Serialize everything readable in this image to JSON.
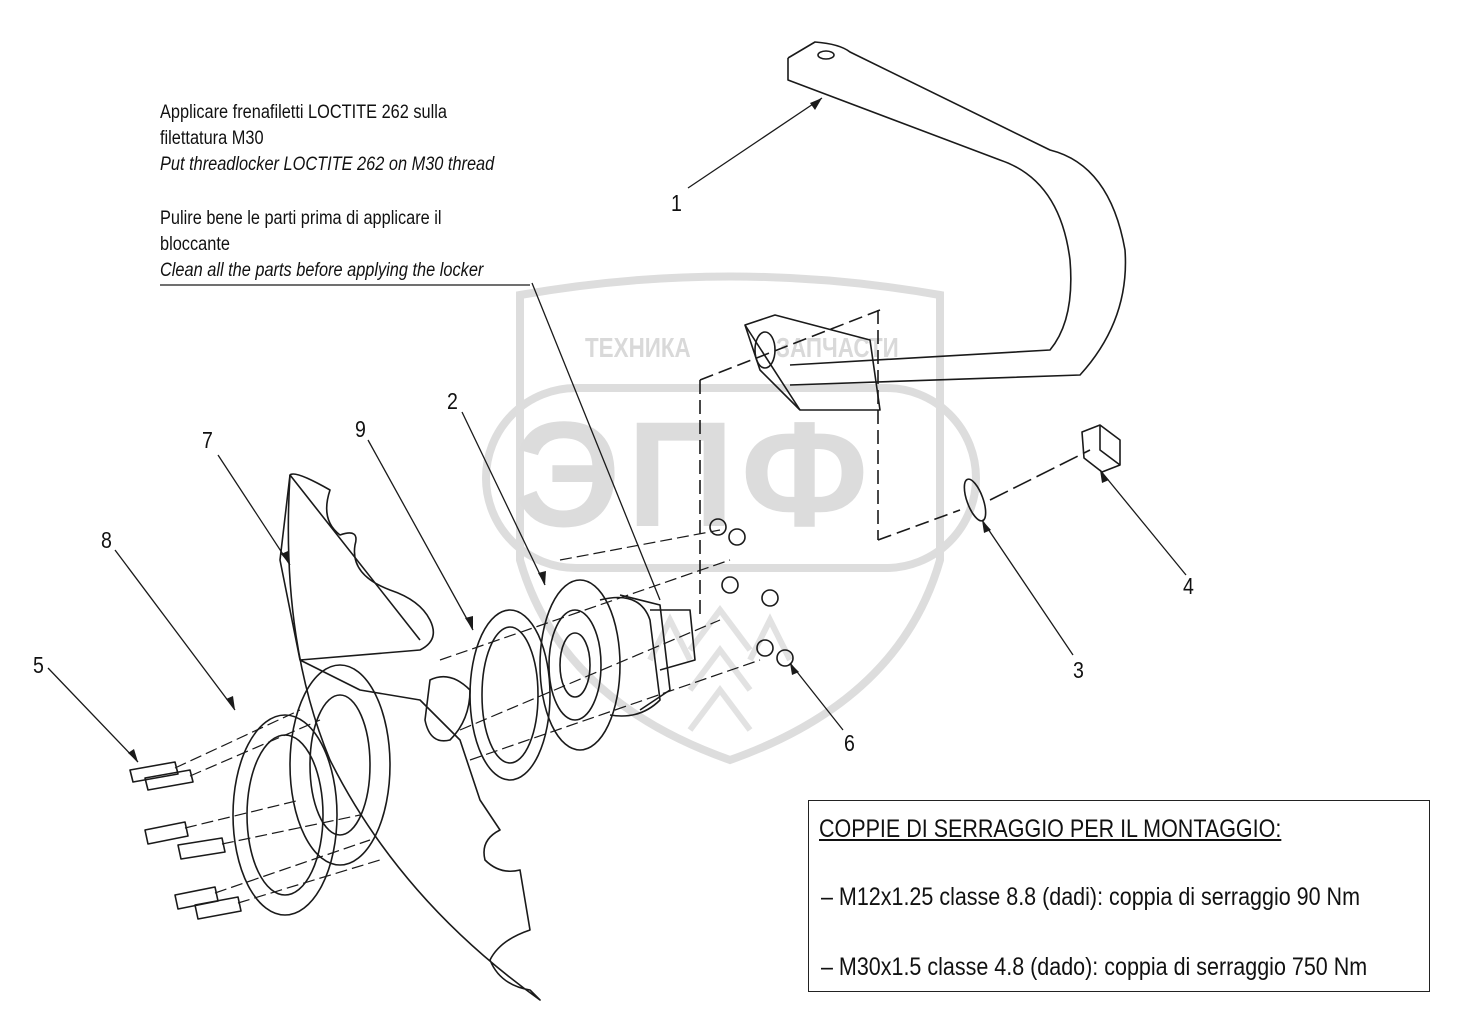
{
  "notes": [
    {
      "it_line1": "Applicare frenafiletti LOCTITE 262 sulla",
      "it_line2": "filettatura M30",
      "en": "Put threadlocker LOCTITE 262 on M30 thread"
    },
    {
      "it_line1": "Pulire bene le parti prima di applicare il",
      "it_line2": "bloccante",
      "en": "Clean all the parts before applying the locker"
    }
  ],
  "callouts": [
    "1",
    "2",
    "3",
    "4",
    "5",
    "6",
    "7",
    "8",
    "9"
  ],
  "torque": {
    "title": "COPPIE DI SERRAGGIO PER IL MONTAGGIO:",
    "rows": [
      "– M12x1.25 classe 8.8 (dadi): coppia di serraggio 90 Nm",
      "– M30x1.5 classe 4.8 (dado): coppia di serraggio 750 Nm"
    ]
  },
  "watermark": {
    "left": "ТЕХНИКА",
    "right": "ЗАПЧАСТИ",
    "big": "ЭПФ"
  },
  "colors": {
    "line": "#1a1a1a",
    "watermark": "#d9d9d9"
  }
}
